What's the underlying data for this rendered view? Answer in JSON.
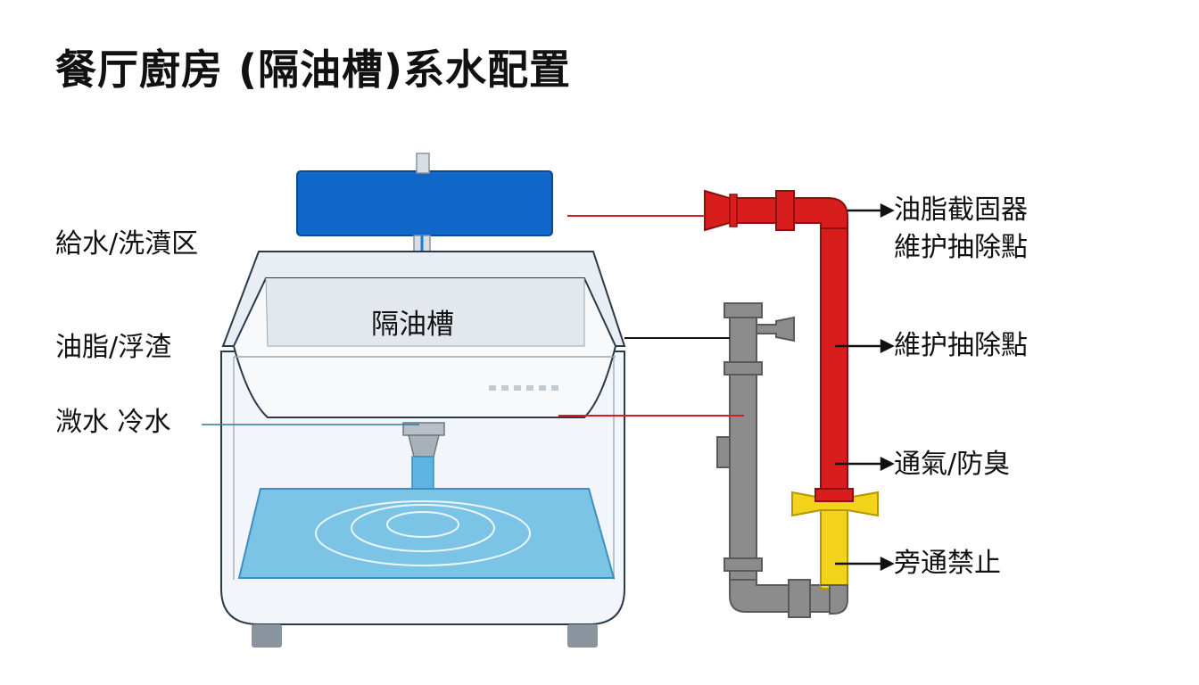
{
  "title": "餐厅廚房 (隔油槽)系水配置",
  "basin_label": "隔油槽",
  "left_labels": [
    {
      "key": "supply",
      "text": "給水/洗濆区"
    },
    {
      "key": "grease",
      "text": "油脂/浮渣"
    },
    {
      "key": "water",
      "text": "溦水 冷水"
    }
  ],
  "right_labels": [
    {
      "key": "interceptor",
      "lines": [
        "油脂截固器",
        "維护抽除點"
      ]
    },
    {
      "key": "maintenance",
      "text": "維护抽除點"
    },
    {
      "key": "vent",
      "text": "通氣/防臭"
    },
    {
      "key": "bypass",
      "text": "旁通禁止"
    }
  ],
  "colors": {
    "supply_tank": "#1166c9",
    "hot_pipe": "#d81d1d",
    "drain_pipe": "#8c8c8c",
    "valve": "#f2d21a",
    "water": "#7cc4e6",
    "tank_body": "#f2f6fa",
    "outline": "#2a3a4a"
  },
  "icons": [
    "faucet-icon",
    "valve-icon",
    "drain-outlet-icon"
  ]
}
